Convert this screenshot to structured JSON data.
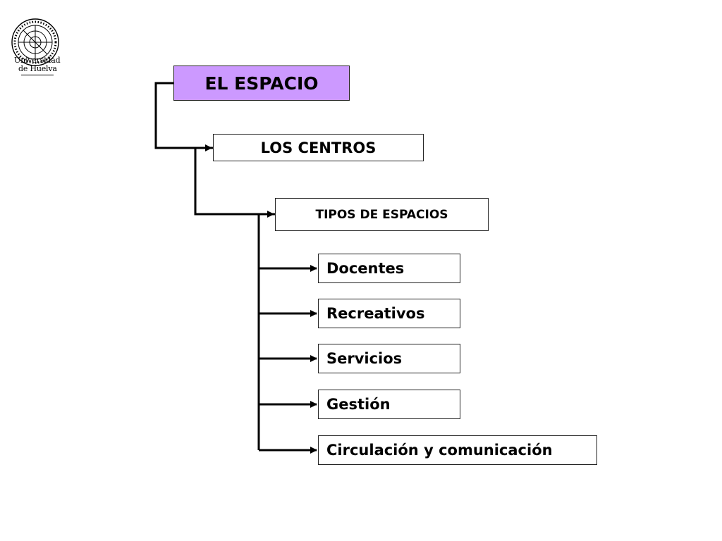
{
  "colors": {
    "root_fill": "#cc99ff",
    "line": "#000000",
    "border": "#222222"
  },
  "logo": {
    "icon": "university-seal-icon",
    "line1": "Universidad",
    "line2": "de Huelva"
  },
  "diagram": {
    "root": "EL ESPACIO",
    "level1": "LOS CENTROS",
    "level2": "TIPOS DE ESPACIOS",
    "leaves": [
      "Docentes",
      "Recreativos",
      "Servicios",
      "Gestión",
      "Circulación y comunicación"
    ]
  }
}
